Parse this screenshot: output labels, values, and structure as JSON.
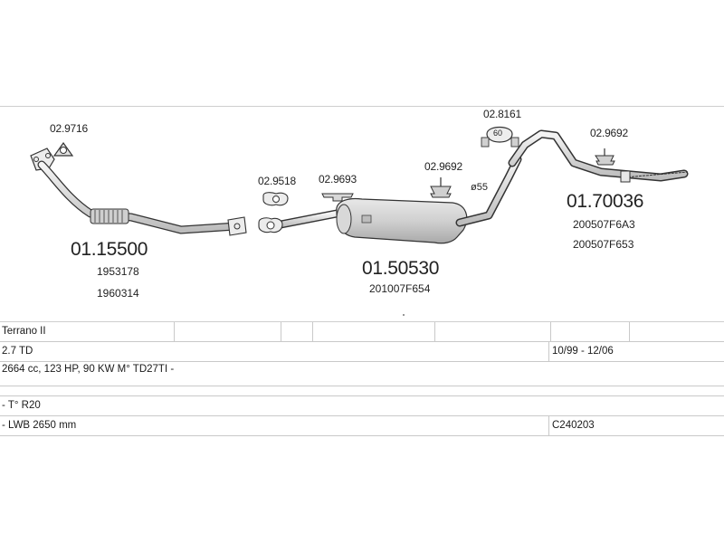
{
  "parts": {
    "front_pipe": {
      "code": "01.15500",
      "oem_1": "1953178",
      "oem_2": "1960314",
      "gasket_code": "02.9716"
    },
    "center_silencer": {
      "code": "01.50530",
      "oem_1": "201007F654",
      "clamp_code": "02.9518",
      "hanger_code": "02.9693",
      "rubber_code": "02.9692",
      "diameter": "ø55"
    },
    "rear_pipe": {
      "code": "01.70036",
      "oem_1": "200507F6A3",
      "oem_2": "200507F653",
      "clamp_code": "02.8161",
      "clamp_size": "60",
      "rubber_code": "02.9692"
    }
  },
  "vehicle": {
    "rows": [
      {
        "main": "Terrano II",
        "right": ""
      },
      {
        "main": "2.7 TD",
        "right": "10/99 - 12/06"
      },
      {
        "main": "2664 cc, 123 HP, 90 KW M° TD27TI -",
        "right": ""
      },
      {
        "main": "- T° R20",
        "right": ""
      },
      {
        "main": "- LWB 2650 mm",
        "right": "C240203"
      }
    ]
  },
  "colors": {
    "line": "#3a3a3a",
    "fill": "#d4d4d4",
    "grid": "#c9c9c9"
  }
}
